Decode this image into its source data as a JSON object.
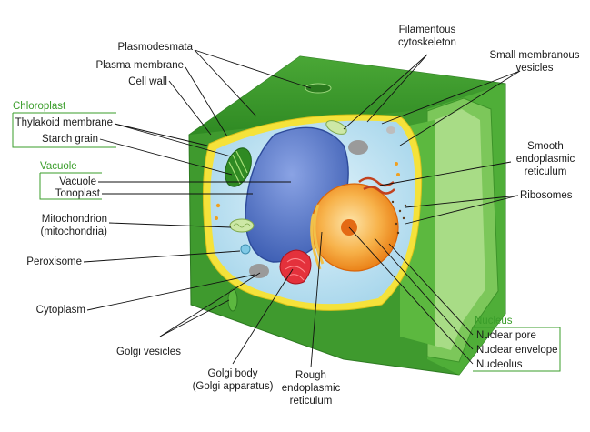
{
  "labels": {
    "plasmodesmata": "Plasmodesmata",
    "plasma_membrane": "Plasma membrane",
    "cell_wall": "Cell wall",
    "chloroplast": "Chloroplast",
    "thylakoid_membrane": "Thylakoid membrane",
    "starch_grain": "Starch grain",
    "vacuole_group": "Vacuole",
    "vacuole": "Vacuole",
    "tonoplast": "Tonoplast",
    "mitochondrion_1": "Mitochondrion",
    "mitochondrion_2": "(mitochondria)",
    "peroxisome": "Peroxisome",
    "cytoplasm": "Cytoplasm",
    "golgi_vesicles": "Golgi vesicles",
    "golgi_body_1": "Golgi body",
    "golgi_body_2": "(Golgi apparatus)",
    "rough_er_1": "Rough",
    "rough_er_2": "endoplasmic",
    "rough_er_3": "reticulum",
    "filamentous_1": "Filamentous",
    "filamentous_2": "cytoskeleton",
    "small_vesicles_1": "Small membranous",
    "small_vesicles_2": "vesicles",
    "smooth_er_1": "Smooth",
    "smooth_er_2": "endoplasmic",
    "smooth_er_3": "reticulum",
    "ribosomes": "Ribosomes",
    "nucleus": "Nucleus",
    "nuclear_pore": "Nuclear pore",
    "nuclear_envelope": "Nuclear envelope",
    "nucleolus": "Nucleolus"
  },
  "colors": {
    "cell_wall_dark": "#3f9a2e",
    "cell_wall_mid": "#5cb83f",
    "cell_wall_light": "#8fd06a",
    "membrane_yellow": "#f5e23a",
    "cytoplasm": "#bfe3f2",
    "vacuole": "#5677c8",
    "nucleus_outer": "#f59a1f",
    "nucleus_inner": "#f8c060",
    "golgi": "#e4313c",
    "group_label": "#3a9d2a"
  }
}
